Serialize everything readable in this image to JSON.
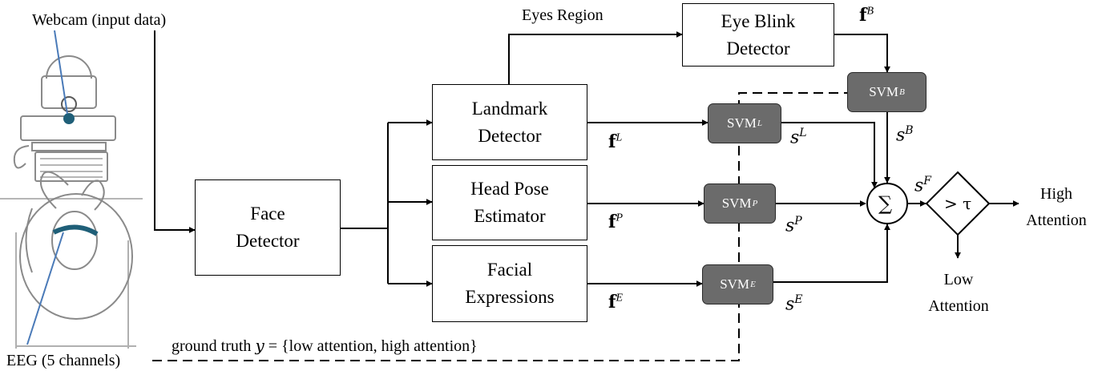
{
  "webcam_label": "Webcam (input data)",
  "eeg_label": "EEG (5 channels)",
  "eyes_region_label": "Eyes Region",
  "ground_truth": {
    "prefix": "ground truth ",
    "variable": "y",
    "equals": " = ",
    "set": "{low attention, high attention}"
  },
  "boxes": {
    "face_detector": "Face Detector",
    "landmark_detector": "Landmark Detector",
    "head_pose_estimator": "Head Pose Estimator",
    "facial_expressions": "Facial Expressions",
    "eye_blink_detector": "Eye Blink Detector"
  },
  "svm": {
    "base": "SVM",
    "landmark_sup": "L",
    "pose_sup": "P",
    "expression_sup": "E",
    "blink_sup": "B"
  },
  "features": {
    "symbol": "f",
    "landmark": "L",
    "pose": "P",
    "expression": "E",
    "blink": "B"
  },
  "scores": {
    "symbol": "s",
    "landmark": "L",
    "pose": "P",
    "expression": "E",
    "blink": "B",
    "fused": "F"
  },
  "sum_symbol": "∑",
  "threshold_symbol": "> τ",
  "outputs": {
    "high": "High Attention",
    "low": "Low Attention"
  },
  "colors": {
    "svm_fill": "#6b6b6b",
    "pointer_blue": "#4a7ab8",
    "sensor_teal": "#1f5f78",
    "sketch_gray": "#8a8a8a"
  }
}
